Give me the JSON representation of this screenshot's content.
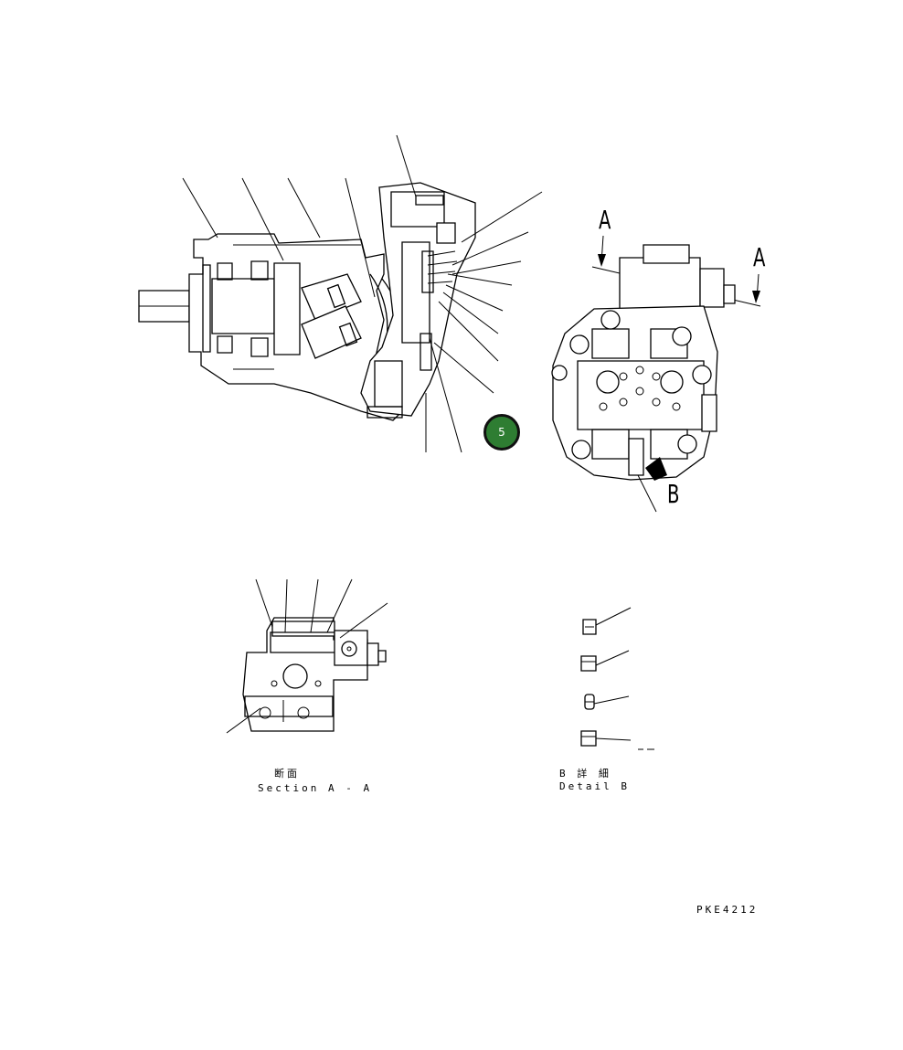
{
  "callout": {
    "number": "5",
    "color": "#2e7d32"
  },
  "section_marks": {
    "left": "A",
    "right": "A"
  },
  "detail_mark": "B",
  "section_view": {
    "title_jp": "断面",
    "title_en": "Section A - A"
  },
  "detail_view": {
    "title_jp": "B 詳 細",
    "title_en": "Detail B"
  },
  "drawing_number": "PKE4212"
}
